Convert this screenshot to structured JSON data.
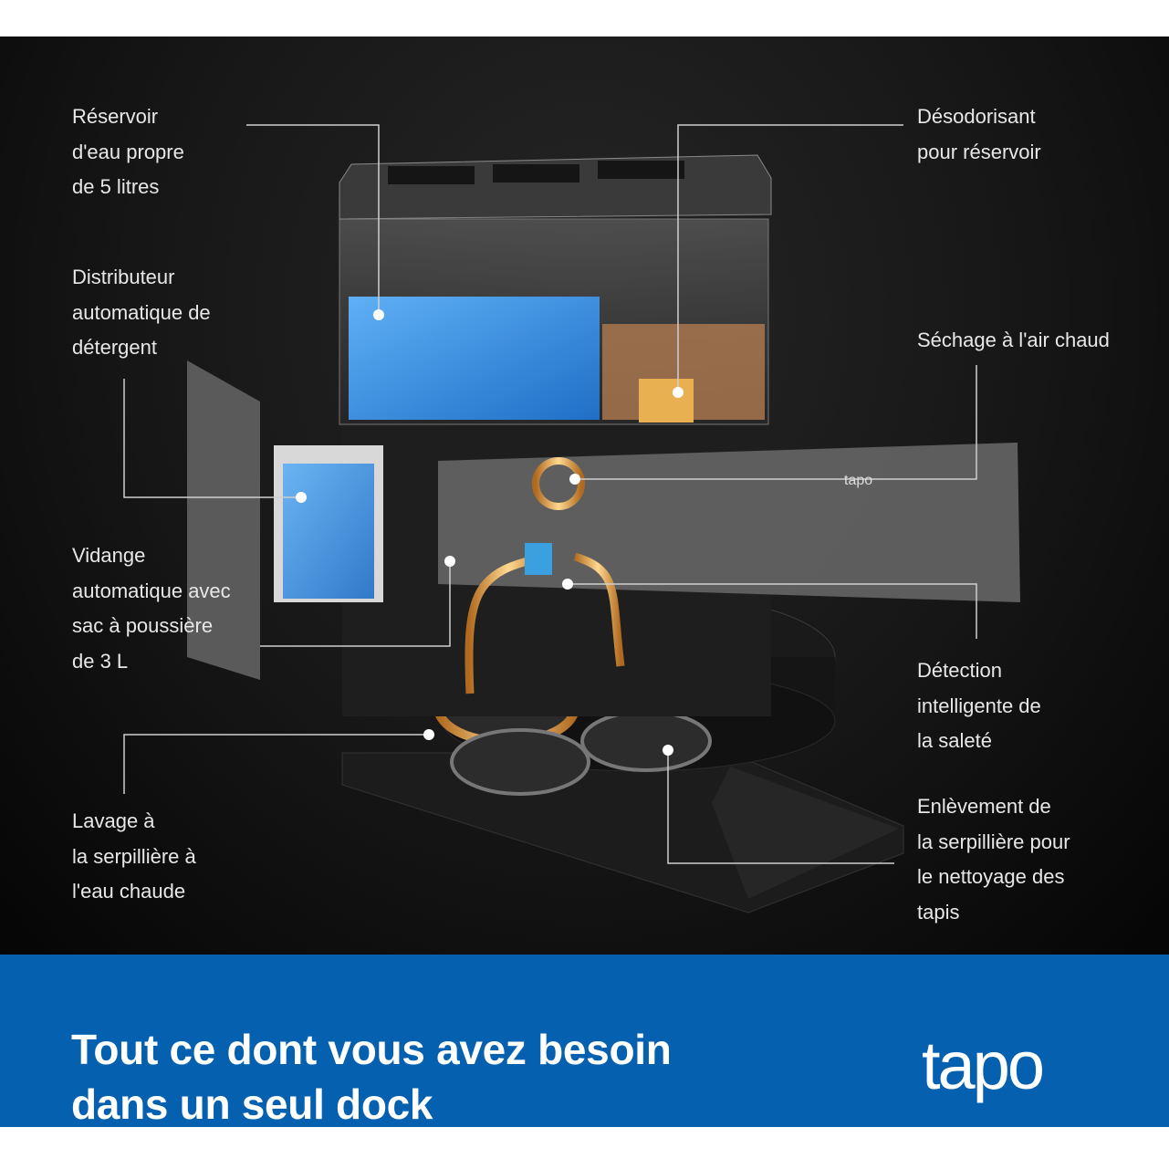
{
  "features": {
    "clean_tank": "Réservoir\nd'eau propre\nde 5 litres",
    "deodorizer": "Désodorisant\npour réservoir",
    "detergent": "Distributeur\nautomatique de\ndétergent",
    "hot_air_drying": "Séchage à l'air chaud",
    "auto_empty": "Vidange\nautomatique avec\nsac à poussière\nde 3 L",
    "dirt_detection": "Détection\nintelligente de\nla saleté",
    "hot_water_mop": "Lavage à\nla serpillière à\nl'eau chaude",
    "mop_lifting": "Enlèvement de\nla serpillière pour\nle nettoyage des\ntapis"
  },
  "banner": {
    "title": "Tout ce dont vous avez besoin\ndans un seul dock",
    "logo": "tapo",
    "device_logo": "tapo"
  },
  "colors": {
    "banner": "#0560b0",
    "background": "#161616",
    "water": "#3a8fe0",
    "glow": "#e0a040"
  }
}
